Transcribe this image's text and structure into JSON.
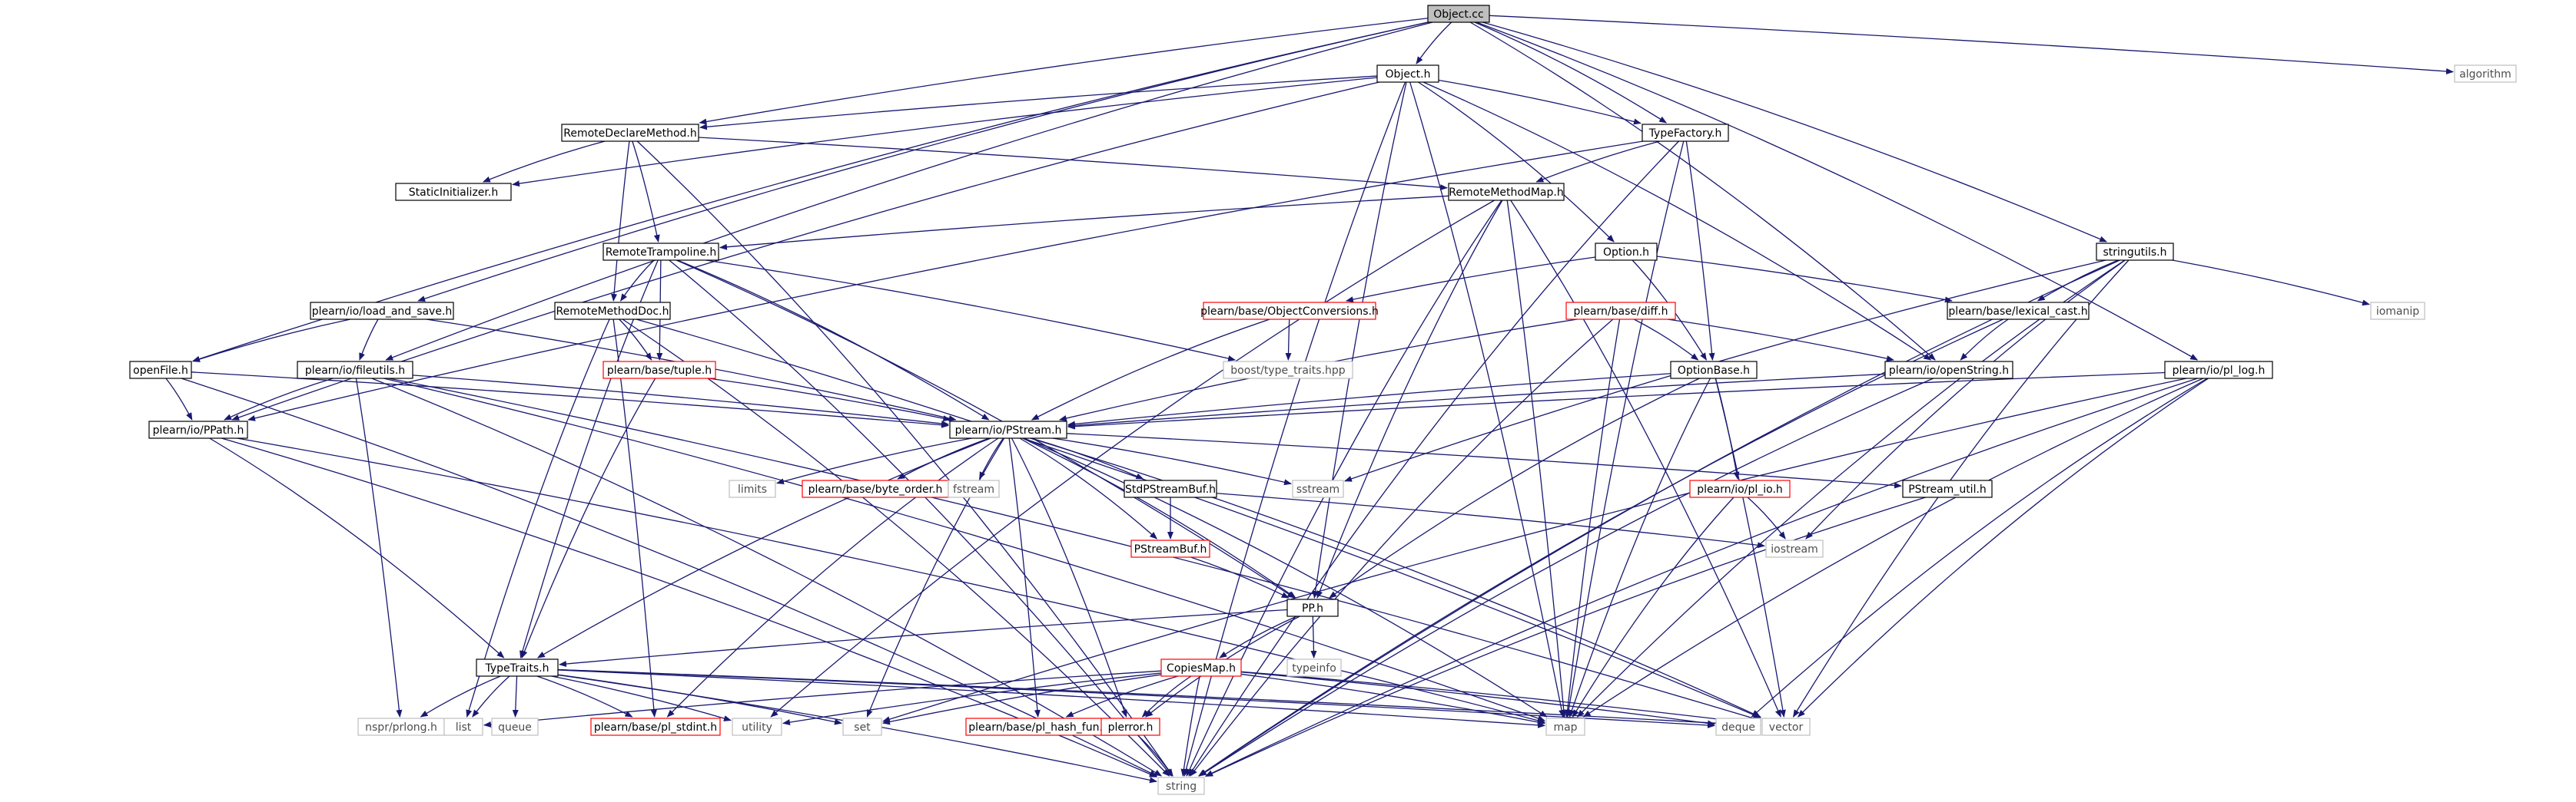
{
  "nodes": {
    "object_cc": {
      "label": "Object.cc",
      "style": "root"
    },
    "object_h": {
      "label": "Object.h",
      "style": "normal"
    },
    "algorithm": {
      "label": "algorithm",
      "style": "system"
    },
    "remote_declare_method_h": {
      "label": "RemoteDeclareMethod.h",
      "style": "normal"
    },
    "type_factory_h": {
      "label": "TypeFactory.h",
      "style": "normal"
    },
    "static_initializer_h": {
      "label": "StaticInitializer.h",
      "style": "normal"
    },
    "remote_method_map_h": {
      "label": "RemoteMethodMap.h",
      "style": "normal"
    },
    "remote_trampoline_h": {
      "label": "RemoteTrampoline.h",
      "style": "normal"
    },
    "option_h": {
      "label": "Option.h",
      "style": "normal"
    },
    "stringutils_h": {
      "label": "stringutils.h",
      "style": "normal"
    },
    "load_and_save_h": {
      "label": "plearn/io/load_and_save.h",
      "style": "normal"
    },
    "remote_method_doc_h": {
      "label": "RemoteMethodDoc.h",
      "style": "normal"
    },
    "object_conversions_h": {
      "label": "plearn/base/ObjectConversions.h",
      "style": "truncated"
    },
    "diff_h": {
      "label": "plearn/base/diff.h",
      "style": "truncated"
    },
    "lexical_cast_h": {
      "label": "plearn/base/lexical_cast.h",
      "style": "normal"
    },
    "iomanip": {
      "label": "iomanip",
      "style": "system"
    },
    "boost_type_traits_hpp": {
      "label": "boost/type_traits.hpp",
      "style": "system"
    },
    "open_file_h": {
      "label": "openFile.h",
      "style": "normal"
    },
    "fileutils_h": {
      "label": "plearn/io/fileutils.h",
      "style": "normal"
    },
    "tuple_h": {
      "label": "plearn/base/tuple.h",
      "style": "truncated"
    },
    "option_base_h": {
      "label": "OptionBase.h",
      "style": "normal"
    },
    "open_string_h": {
      "label": "plearn/io/openString.h",
      "style": "normal"
    },
    "pl_log_h": {
      "label": "plearn/io/pl_log.h",
      "style": "normal"
    },
    "ppath_h": {
      "label": "plearn/io/PPath.h",
      "style": "normal"
    },
    "pstream_h": {
      "label": "plearn/io/PStream.h",
      "style": "normal"
    },
    "limits": {
      "label": "limits",
      "style": "system"
    },
    "byte_order_h": {
      "label": "plearn/base/byte_order.h",
      "style": "truncated"
    },
    "fstream": {
      "label": "fstream",
      "style": "system"
    },
    "stdpstreambuf_h": {
      "label": "StdPStreamBuf.h",
      "style": "normal"
    },
    "sstream": {
      "label": "sstream",
      "style": "system"
    },
    "pl_io_h": {
      "label": "plearn/io/pl_io.h",
      "style": "truncated"
    },
    "pstream_util_h": {
      "label": "PStream_util.h",
      "style": "normal"
    },
    "pstreambuf_h": {
      "label": "PStreamBuf.h",
      "style": "truncated"
    },
    "iostream": {
      "label": "iostream",
      "style": "system"
    },
    "pp_h": {
      "label": "PP.h",
      "style": "normal"
    },
    "typeinfo": {
      "label": "typeinfo",
      "style": "system"
    },
    "type_traits_h": {
      "label": "TypeTraits.h",
      "style": "normal"
    },
    "copies_map_h": {
      "label": "CopiesMap.h",
      "style": "truncated"
    },
    "nspr_prlong_h": {
      "label": "nspr/prlong.h",
      "style": "system"
    },
    "list": {
      "label": "list",
      "style": "system"
    },
    "queue": {
      "label": "queue",
      "style": "system"
    },
    "pl_stdint_h": {
      "label": "plearn/base/pl_stdint.h",
      "style": "truncated"
    },
    "utility": {
      "label": "utility",
      "style": "system"
    },
    "set": {
      "label": "set",
      "style": "system"
    },
    "pl_hash_fun_h": {
      "label": "plearn/base/pl_hash_fun.h",
      "style": "truncated"
    },
    "plerror_h": {
      "label": "plerror.h",
      "style": "truncated"
    },
    "map": {
      "label": "map",
      "style": "system"
    },
    "deque": {
      "label": "deque",
      "style": "system"
    },
    "vector": {
      "label": "vector",
      "style": "system"
    },
    "string": {
      "label": "string",
      "style": "system"
    }
  },
  "edges": [
    [
      "object_cc",
      "object_h"
    ],
    [
      "object_cc",
      "algorithm"
    ],
    [
      "object_cc",
      "remote_declare_method_h"
    ],
    [
      "object_cc",
      "type_factory_h"
    ],
    [
      "object_cc",
      "stringutils_h"
    ],
    [
      "object_cc",
      "load_and_save_h"
    ],
    [
      "object_cc",
      "open_file_h"
    ],
    [
      "object_cc",
      "fileutils_h"
    ],
    [
      "object_cc",
      "open_string_h"
    ],
    [
      "object_cc",
      "pl_log_h"
    ],
    [
      "object_h",
      "remote_declare_method_h"
    ],
    [
      "object_h",
      "type_factory_h"
    ],
    [
      "object_h",
      "static_initializer_h"
    ],
    [
      "object_h",
      "option_h"
    ],
    [
      "object_h",
      "ppath_h"
    ],
    [
      "object_h",
      "open_string_h"
    ],
    [
      "object_h",
      "pp_h"
    ],
    [
      "object_h",
      "map"
    ],
    [
      "object_h",
      "string"
    ],
    [
      "remote_declare_method_h",
      "static_initializer_h"
    ],
    [
      "remote_declare_method_h",
      "remote_method_map_h"
    ],
    [
      "remote_declare_method_h",
      "remote_trampoline_h"
    ],
    [
      "remote_declare_method_h",
      "remote_method_doc_h"
    ],
    [
      "remote_declare_method_h",
      "string"
    ],
    [
      "type_factory_h",
      "remote_method_map_h"
    ],
    [
      "type_factory_h",
      "option_base_h"
    ],
    [
      "type_factory_h",
      "ppath_h"
    ],
    [
      "type_factory_h",
      "map"
    ],
    [
      "type_factory_h",
      "string"
    ],
    [
      "remote_method_map_h",
      "remote_trampoline_h"
    ],
    [
      "remote_method_map_h",
      "pp_h"
    ],
    [
      "remote_method_map_h",
      "map"
    ],
    [
      "remote_method_map_h",
      "utility"
    ],
    [
      "remote_method_map_h",
      "vector"
    ],
    [
      "remote_method_map_h",
      "string"
    ],
    [
      "remote_trampoline_h",
      "remote_method_doc_h"
    ],
    [
      "remote_trampoline_h",
      "tuple_h"
    ],
    [
      "remote_trampoline_h",
      "pstream_h"
    ],
    [
      "remote_trampoline_h",
      "type_traits_h"
    ],
    [
      "remote_trampoline_h",
      "boost_type_traits_hpp"
    ],
    [
      "remote_trampoline_h",
      "pp_h"
    ],
    [
      "remote_trampoline_h",
      "string"
    ],
    [
      "option_h",
      "object_conversions_h"
    ],
    [
      "option_h",
      "option_base_h"
    ],
    [
      "option_h",
      "lexical_cast_h"
    ],
    [
      "stringutils_h",
      "lexical_cast_h"
    ],
    [
      "stringutils_h",
      "iomanip"
    ],
    [
      "stringutils_h",
      "sstream"
    ],
    [
      "stringutils_h",
      "iostream"
    ],
    [
      "stringutils_h",
      "map"
    ],
    [
      "stringutils_h",
      "vector"
    ],
    [
      "stringutils_h",
      "string"
    ],
    [
      "load_and_save_h",
      "open_file_h"
    ],
    [
      "load_and_save_h",
      "fileutils_h"
    ],
    [
      "load_and_save_h",
      "pstream_h"
    ],
    [
      "remote_method_doc_h",
      "tuple_h"
    ],
    [
      "remote_method_doc_h",
      "list"
    ],
    [
      "remote_method_doc_h",
      "vector"
    ],
    [
      "remote_method_doc_h",
      "string"
    ],
    [
      "remote_method_doc_h",
      "pl_stdint_h"
    ],
    [
      "object_conversions_h",
      "boost_type_traits_hpp"
    ],
    [
      "object_conversions_h",
      "pstream_h"
    ],
    [
      "diff_h",
      "option_base_h"
    ],
    [
      "diff_h",
      "open_string_h"
    ],
    [
      "diff_h",
      "pstream_h"
    ],
    [
      "diff_h",
      "map"
    ],
    [
      "diff_h",
      "string"
    ],
    [
      "lexical_cast_h",
      "open_string_h"
    ],
    [
      "lexical_cast_h",
      "string"
    ],
    [
      "open_file_h",
      "ppath_h"
    ],
    [
      "open_file_h",
      "pstream_h"
    ],
    [
      "open_file_h",
      "string"
    ],
    [
      "fileutils_h",
      "ppath_h"
    ],
    [
      "fileutils_h",
      "pstream_h"
    ],
    [
      "fileutils_h",
      "nspr_prlong_h"
    ],
    [
      "fileutils_h",
      "map"
    ],
    [
      "fileutils_h",
      "string"
    ],
    [
      "fileutils_h",
      "vector"
    ],
    [
      "tuple_h",
      "pstream_h"
    ],
    [
      "tuple_h",
      "type_traits_h"
    ],
    [
      "option_base_h",
      "pstream_h"
    ],
    [
      "option_base_h",
      "pl_io_h"
    ],
    [
      "option_base_h",
      "pp_h"
    ],
    [
      "option_base_h",
      "map"
    ],
    [
      "option_base_h",
      "vector"
    ],
    [
      "open_string_h",
      "pstream_h"
    ],
    [
      "open_string_h",
      "string"
    ],
    [
      "pl_log_h",
      "pstream_h"
    ],
    [
      "pl_log_h",
      "map"
    ],
    [
      "pl_log_h",
      "set"
    ],
    [
      "pl_log_h",
      "vector"
    ],
    [
      "pl_log_h",
      "deque"
    ],
    [
      "pl_log_h",
      "string"
    ],
    [
      "ppath_h",
      "type_traits_h"
    ],
    [
      "ppath_h",
      "map"
    ],
    [
      "ppath_h",
      "string"
    ],
    [
      "pstream_h",
      "limits"
    ],
    [
      "pstream_h",
      "byte_order_h"
    ],
    [
      "pstream_h",
      "fstream"
    ],
    [
      "pstream_h",
      "stdpstreambuf_h"
    ],
    [
      "pstream_h",
      "sstream"
    ],
    [
      "pstream_h",
      "pstream_util_h"
    ],
    [
      "pstream_h",
      "pstreambuf_h"
    ],
    [
      "pstream_h",
      "pp_h"
    ],
    [
      "pstream_h",
      "type_traits_h"
    ],
    [
      "pstream_h",
      "map"
    ],
    [
      "pstream_h",
      "set"
    ],
    [
      "pstream_h",
      "plerror_h"
    ],
    [
      "pstream_h",
      "pl_hash_fun_h"
    ],
    [
      "pstream_h",
      "pl_stdint_h"
    ],
    [
      "pstream_h",
      "vector"
    ],
    [
      "stdpstreambuf_h",
      "pstreambuf_h"
    ],
    [
      "stdpstreambuf_h",
      "iostream"
    ],
    [
      "pl_io_h",
      "iostream"
    ],
    [
      "pl_io_h",
      "map"
    ],
    [
      "pstream_util_h",
      "string"
    ],
    [
      "pstreambuf_h",
      "pp_h"
    ],
    [
      "pp_h",
      "type_traits_h"
    ],
    [
      "pp_h",
      "copies_map_h"
    ],
    [
      "pp_h",
      "typeinfo"
    ],
    [
      "pp_h",
      "plerror_h"
    ],
    [
      "type_traits_h",
      "nspr_prlong_h"
    ],
    [
      "type_traits_h",
      "list"
    ],
    [
      "type_traits_h",
      "queue"
    ],
    [
      "type_traits_h",
      "pl_stdint_h"
    ],
    [
      "type_traits_h",
      "utility"
    ],
    [
      "type_traits_h",
      "set"
    ],
    [
      "type_traits_h",
      "map"
    ],
    [
      "type_traits_h",
      "deque"
    ],
    [
      "type_traits_h",
      "vector"
    ],
    [
      "type_traits_h",
      "string"
    ],
    [
      "copies_map_h",
      "set"
    ],
    [
      "copies_map_h",
      "utility"
    ],
    [
      "copies_map_h",
      "pl_hash_fun_h"
    ],
    [
      "copies_map_h",
      "plerror_h"
    ],
    [
      "copies_map_h",
      "map"
    ],
    [
      "copies_map_h",
      "vector"
    ],
    [
      "copies_map_h",
      "string"
    ],
    [
      "copies_map_h",
      "list"
    ],
    [
      "copies_map_h",
      "deque"
    ],
    [
      "plerror_h",
      "string"
    ]
  ],
  "colors": {
    "edge": "#191970",
    "border_normal": "#000000",
    "border_truncated": "#ff0000",
    "border_system": "#bfbfbf",
    "root_fill": "#bfbfbf",
    "node_fill": "#ffffff",
    "text_normal": "#000000",
    "text_system": "#4d4d4d"
  }
}
